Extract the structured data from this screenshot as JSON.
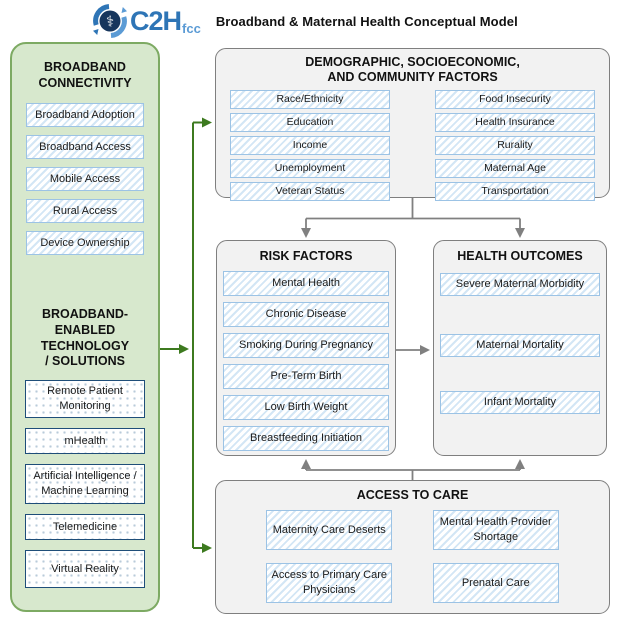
{
  "header": {
    "logo_text": "C2H",
    "logo_sub": "fcc",
    "title": "Broadband & Maternal Health Conceptual Model"
  },
  "broadband_connectivity": {
    "title": "BROADBAND CONNECTIVITY",
    "items": [
      "Broadband Adoption",
      "Broadband Access",
      "Mobile Access",
      "Rural Access",
      "Device Ownership"
    ]
  },
  "broadband_technology": {
    "title_lines": [
      "BROADBAND-",
      "ENABLED TECHNOLOGY",
      "/ SOLUTIONS"
    ],
    "items": [
      "Remote Patient Monitoring",
      "mHealth",
      "Artificial Intelligence / Machine Learning",
      "Telemedicine",
      "Virtual Reality"
    ]
  },
  "demographic": {
    "title_lines": [
      "DEMOGRAPHIC, SOCIOECONOMIC,",
      "AND COMMUNITY FACTORS"
    ],
    "left_items": [
      "Race/Ethnicity",
      "Education",
      "Income",
      "Unemployment",
      "Veteran Status"
    ],
    "right_items": [
      "Food Insecurity",
      "Health Insurance",
      "Rurality",
      "Maternal Age",
      "Transportation"
    ]
  },
  "risk_factors": {
    "title": "RISK FACTORS",
    "items": [
      "Mental Health",
      "Chronic Disease",
      "Smoking During Pregnancy",
      "Pre-Term Birth",
      "Low Birth Weight",
      "Breastfeeding Initiation"
    ]
  },
  "health_outcomes": {
    "title": "HEALTH OUTCOMES",
    "items": [
      "Severe Maternal Morbidity",
      "Maternal Mortality",
      "Infant Mortality"
    ]
  },
  "access_to_care": {
    "title": "ACCESS TO CARE",
    "items": [
      "Maternity Care Deserts",
      "Mental Health Provider Shortage",
      "Access to Primary Care Physicians",
      "Prenatal Care"
    ]
  },
  "colors": {
    "green_panel_bg": "#d7e8cd",
    "green_panel_border": "#7daa63",
    "green_arrow": "#3d7a1f",
    "hatch_stripe": "#d3e6f5",
    "hatch_border": "#9cc3e5",
    "dotted_border": "#1f4e79",
    "gray_box_bg": "#f2f2f2",
    "gray_box_border": "#7f7f7f",
    "gray_arrow": "#808080",
    "logo_blue": "#2e75b6",
    "logo_light_blue": "#5b9bd5",
    "logo_dark": "#17365d"
  }
}
